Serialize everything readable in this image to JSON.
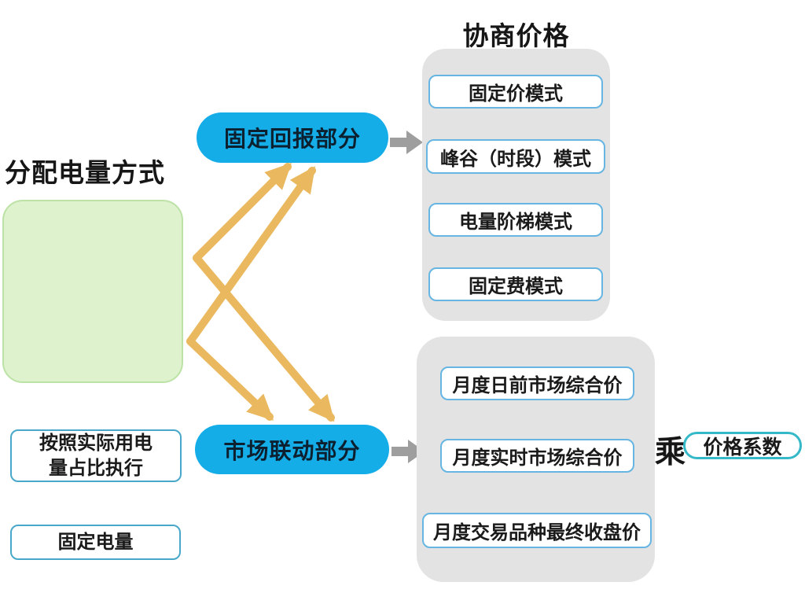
{
  "diagram": {
    "allocation": {
      "title": "分配电量方式",
      "items": [
        "按照实际用电量占比执行",
        "固定电量"
      ]
    },
    "branches": {
      "fixed_return": "固定回报部分",
      "market_linked": "市场联动部分"
    },
    "negotiated_price": {
      "title": "协商价格",
      "modes": [
        "固定价模式",
        "峰谷（时段）模式",
        "电量阶梯模式",
        "固定费模式"
      ]
    },
    "market_prices": {
      "items": [
        "月度日前市场综合价",
        "月度实时市场综合价",
        "月度交易品种最终收盘价"
      ]
    },
    "multiplier": {
      "operator": "乘",
      "factor": "价格系数"
    },
    "colors": {
      "branch_pill": "#14ade8",
      "allocation_panel_fill": "#def2ce",
      "allocation_panel_border": "#bce2a6",
      "panel_gray": "#e3e3e3",
      "item_border_blue": "#66b5e2",
      "item_border_teal": "#49a8c9",
      "factor_border": "#35b9c9",
      "flow_arrow": "#eab95f",
      "block_arrow": "#9e9e9e"
    }
  }
}
